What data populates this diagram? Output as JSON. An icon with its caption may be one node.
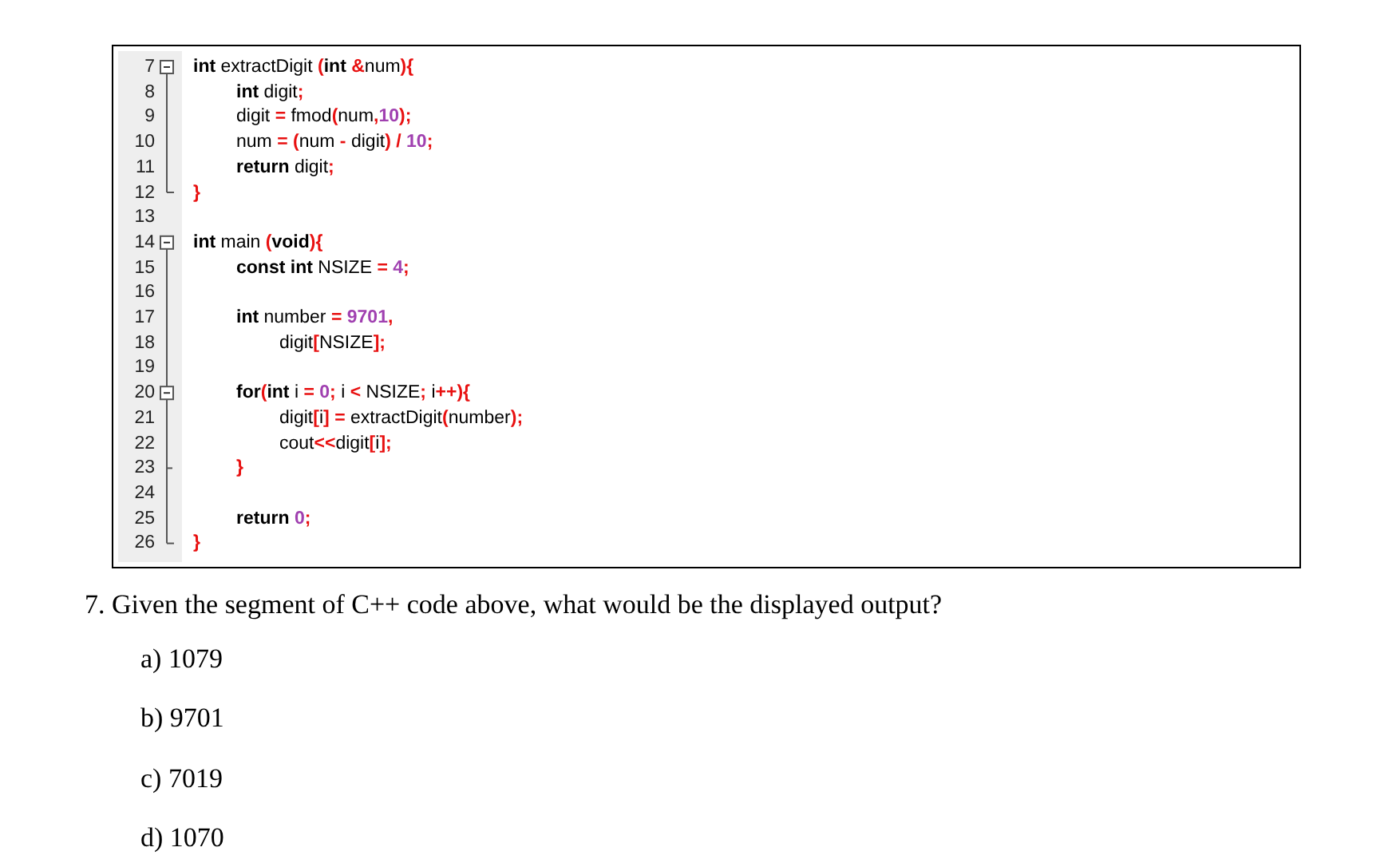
{
  "diagram": {
    "labels": [
      "7",
      "**int** extractDigit (**int** &num){",
      "8",
      "**int** digit;",
      "9",
      "digit = fmod(num,10);",
      "10",
      "num = (num - digit) / 10;",
      "11",
      "**return** digit;",
      "12",
      "}",
      "13",
      "14",
      "**int** main (**void**){",
      "15",
      "**const int** NSIZE = 4;",
      "16",
      "17",
      "**int** number = 9701,",
      "18",
      "digit[NSIZE];",
      "19",
      "20",
      "**for**(**int** i = 0; i < NSIZE; i++){",
      "21",
      "digit[i] = extractDigit(number);",
      "22",
      "cout<<digit[i];",
      "23",
      "}",
      "24",
      "25",
      "**return** 0;",
      "26",
      "}",
      "7. Given the segment of C++ code above, what would be the displayed output?",
      "a) 1079",
      "b) 9701",
      "c) 7019",
      "d) 1070"
    ]
  }
}
